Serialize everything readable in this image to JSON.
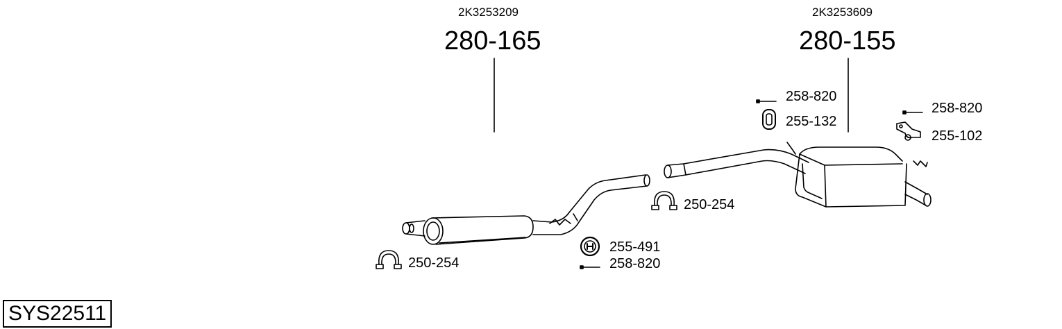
{
  "system_code": "SYS22511",
  "assemblies": {
    "front": {
      "oem_number": "2K3253209",
      "part_number": "280-165"
    },
    "rear": {
      "oem_number": "2K3253609",
      "part_number": "280-155"
    }
  },
  "parts": {
    "clamp_front": "250-254",
    "clamp_middle": "250-254",
    "hanger_ring": "255-491",
    "bolt_middle": "258-820",
    "bolt_rear_left": "258-820",
    "hanger_rear_left": "255-132",
    "bolt_rear_right": "258-820",
    "bracket_rear_right": "255-102"
  },
  "icons": {
    "clamp": "clamp-icon",
    "hanger": "rubber-hanger-icon",
    "bolt": "bolt-icon",
    "bracket": "bracket-icon"
  }
}
